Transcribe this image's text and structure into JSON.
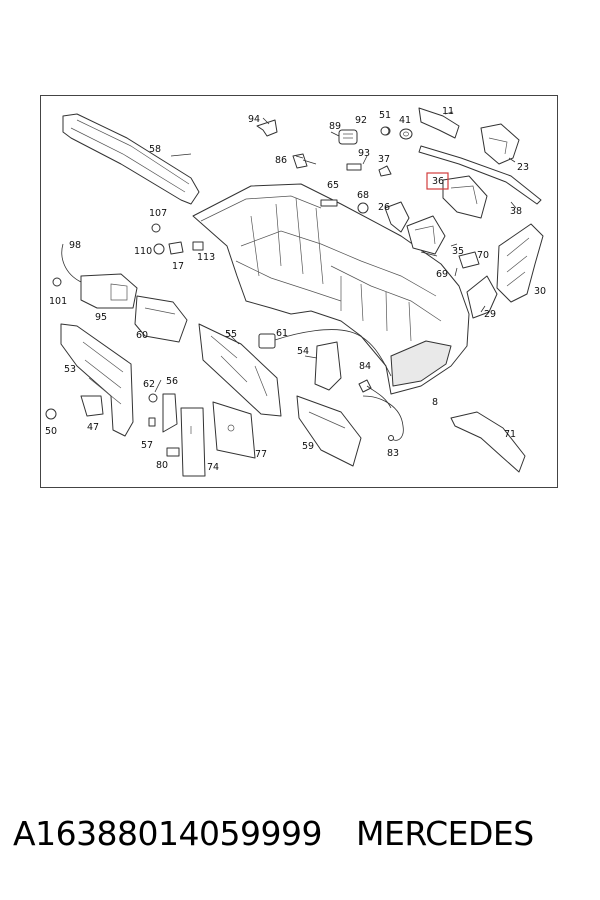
{
  "diagram": {
    "callouts": [
      "58",
      "94",
      "92",
      "51",
      "41",
      "11",
      "23",
      "89",
      "86",
      "37",
      "93",
      "36",
      "65",
      "68",
      "38",
      "26",
      "107",
      "98",
      "110",
      "17",
      "113",
      "35",
      "70",
      "69",
      "30",
      "101",
      "95",
      "60",
      "29",
      "55",
      "61",
      "53",
      "54",
      "62",
      "56",
      "84",
      "8",
      "50",
      "47",
      "57",
      "80",
      "74",
      "77",
      "59",
      "71",
      "83"
    ],
    "highlighted_callout": "36"
  },
  "footer": {
    "part_number": "A16388014059999",
    "brand": "MERCEDES"
  },
  "colors": {
    "highlight": "#d23c3c",
    "line": "#333333"
  }
}
